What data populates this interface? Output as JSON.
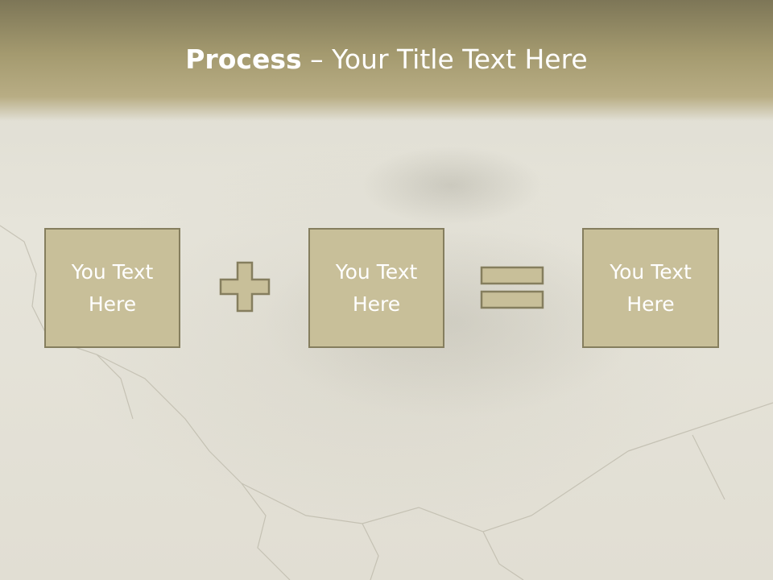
{
  "title": {
    "bold": "Process",
    "rest": " – Your Title Text Here"
  },
  "boxes": [
    {
      "label": "You Text\nHere"
    },
    {
      "label": "You Text\nHere"
    },
    {
      "label": "You Text\nHere"
    }
  ],
  "colors": {
    "header_dark": "#7d7657",
    "header_light": "#b8ad84",
    "box_fill": "#c8bf99",
    "box_border": "#857e5e",
    "text": "#ffffff"
  },
  "icons": [
    "plus-icon",
    "equals-icon"
  ]
}
